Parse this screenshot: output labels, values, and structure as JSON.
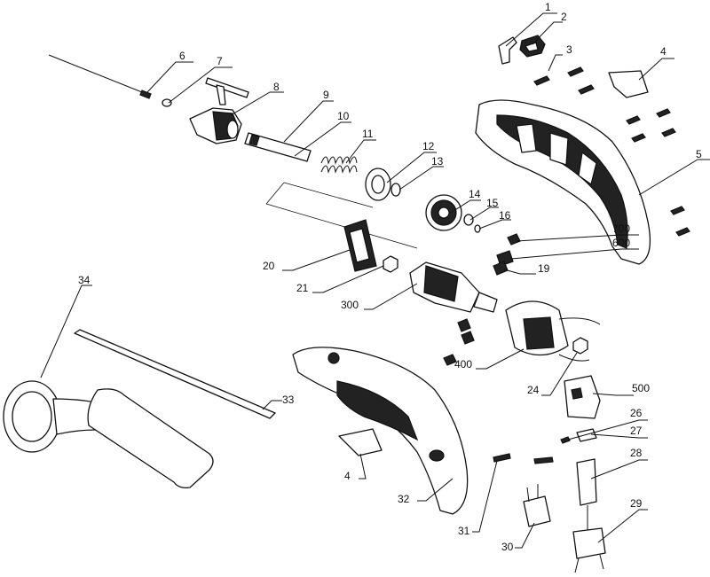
{
  "callouts": [
    {
      "id": "1",
      "text": "1"
    },
    {
      "id": "2",
      "text": "2"
    },
    {
      "id": "3",
      "text": "3"
    },
    {
      "id": "4a",
      "text": "4"
    },
    {
      "id": "5",
      "text": "5"
    },
    {
      "id": "6",
      "text": "6"
    },
    {
      "id": "7",
      "text": "7"
    },
    {
      "id": "8",
      "text": "8"
    },
    {
      "id": "9",
      "text": "9"
    },
    {
      "id": "10",
      "text": "10"
    },
    {
      "id": "11",
      "text": "11"
    },
    {
      "id": "12",
      "text": "12"
    },
    {
      "id": "13",
      "text": "13"
    },
    {
      "id": "14",
      "text": "14"
    },
    {
      "id": "15",
      "text": "15"
    },
    {
      "id": "16",
      "text": "16"
    },
    {
      "id": "700",
      "text": "700"
    },
    {
      "id": "600",
      "text": "600"
    },
    {
      "id": "19",
      "text": "19"
    },
    {
      "id": "20",
      "text": "20"
    },
    {
      "id": "21",
      "text": "21"
    },
    {
      "id": "300",
      "text": "300"
    },
    {
      "id": "400",
      "text": "400"
    },
    {
      "id": "24",
      "text": "24"
    },
    {
      "id": "500",
      "text": "500"
    },
    {
      "id": "26",
      "text": "26"
    },
    {
      "id": "27",
      "text": "27"
    },
    {
      "id": "28",
      "text": "28"
    },
    {
      "id": "29",
      "text": "29"
    },
    {
      "id": "30",
      "text": "30"
    },
    {
      "id": "31",
      "text": "31"
    },
    {
      "id": "32",
      "text": "32"
    },
    {
      "id": "4b",
      "text": "4"
    },
    {
      "id": "33",
      "text": "33"
    },
    {
      "id": "34",
      "text": "34"
    }
  ]
}
